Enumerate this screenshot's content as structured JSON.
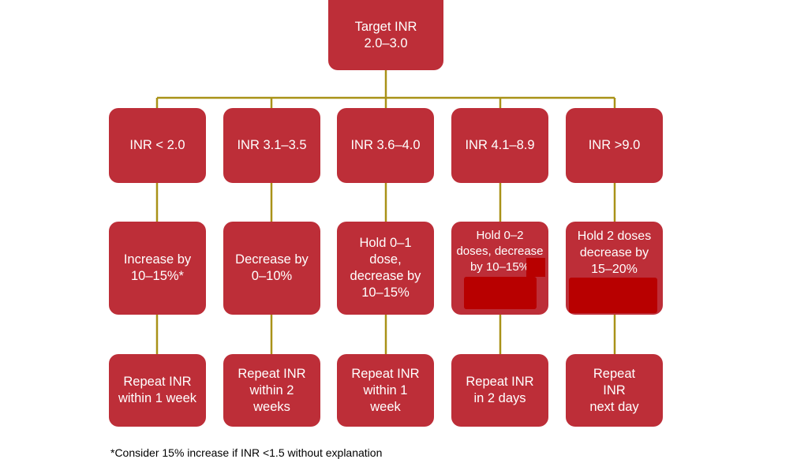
{
  "root": {
    "label": "Target INR\n2.0–3.0"
  },
  "columns": [
    {
      "range": "INR < 2.0",
      "action": "Increase by\n10–15%*",
      "repeat": "Repeat INR\nwithin 1 week"
    },
    {
      "range": "INR 3.1–3.5",
      "action": "Decrease by\n0–10%",
      "repeat": "Repeat INR\nwithin 2\nweeks"
    },
    {
      "range": "INR 3.6–4.0",
      "action": "Hold 0–1\ndose,\ndecrease by\n10–15%",
      "repeat": "Repeat INR\nwithin 1\nweek"
    },
    {
      "range": "INR 4.1–8.9",
      "action": "Hold 0–2\ndoses, decrease\nby 10–15%",
      "repeat": "Repeat INR\nin 2 days"
    },
    {
      "range": "INR >9.0",
      "action": "Hold 2 doses\ndecrease by\n15–20%",
      "repeat": "Repeat\nINR\nnext day"
    }
  ],
  "footnote": "*Consider 15% increase if INR <1.5 without explanation",
  "colors": {
    "box_fill": "#bd2e38",
    "connector": "#a99218",
    "redaction": "#b80000",
    "text": "#ffffff"
  }
}
